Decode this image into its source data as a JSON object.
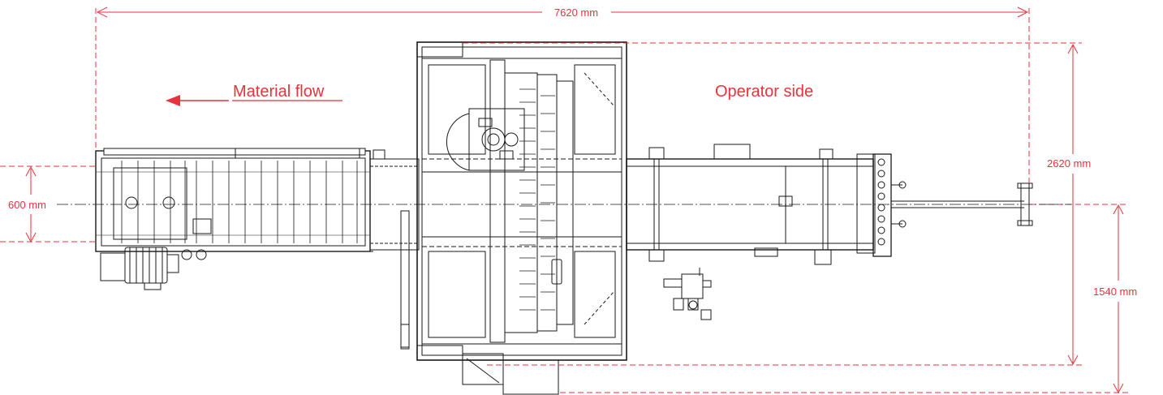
{
  "labels": {
    "material_flow": "Material flow",
    "operator_side": "Operator side"
  },
  "dimensions": {
    "overall_length": "7620 mm",
    "overall_width": "2620 mm",
    "conveyor_width": "600 mm",
    "center_to_edge": "1540 mm"
  },
  "colors": {
    "annotation": "#e8323c",
    "machine_line": "#1a1a1a",
    "background": "#ffffff"
  }
}
